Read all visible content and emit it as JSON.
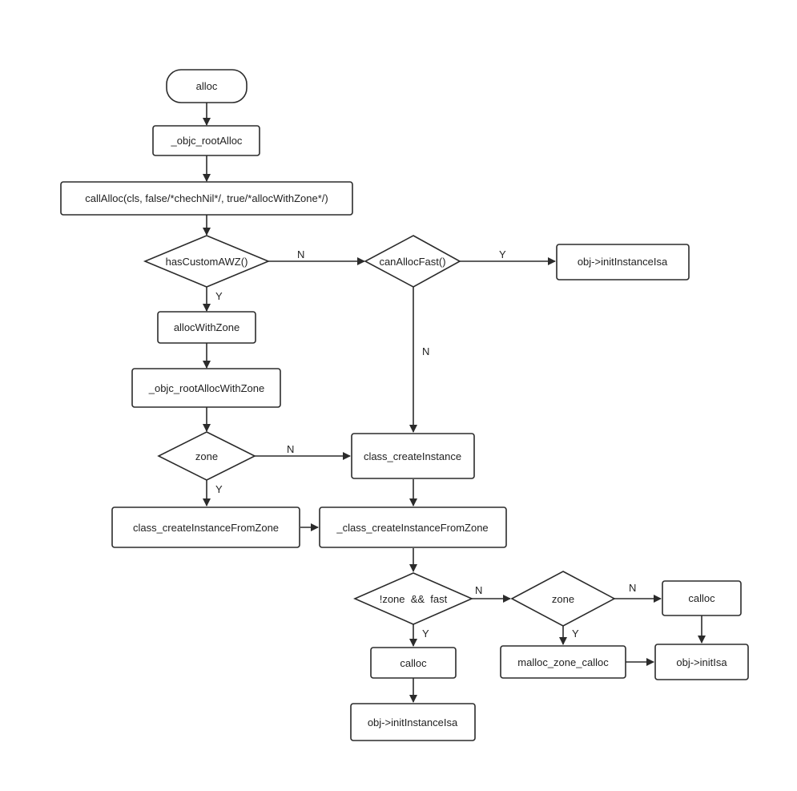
{
  "diagram": {
    "nodes": {
      "alloc": "alloc",
      "objc_rootAlloc": "_objc_rootAlloc",
      "callAlloc": "callAlloc(cls, false/*chechNil*/, true/*allocWithZone*/)",
      "hasCustomAWZ": "hasCustomAWZ()",
      "canAllocFast": "canAllocFast()",
      "initInstanceIsa_top": "obj->initInstanceIsa",
      "allocWithZone": "allocWithZone",
      "objc_rootAllocWithZone": "_objc_rootAllocWithZone",
      "zone1": "zone",
      "class_createInstance": "class_createInstance",
      "class_createInstanceFromZone": "class_createInstanceFromZone",
      "_class_createInstanceFromZone": "_class_createInstanceFromZone",
      "notZoneFast": "!zone  &&  fast",
      "zone2": "zone",
      "calloc_right": "calloc",
      "calloc_bottom": "calloc",
      "malloc_zone_calloc": "malloc_zone_calloc",
      "initIsa": "obj->initIsa",
      "initInstanceIsa_bottom": "obj->initInstanceIsa"
    },
    "edge_labels": {
      "hasCustomAWZ_no": "N",
      "hasCustomAWZ_yes": "Y",
      "canAllocFast_yes": "Y",
      "canAllocFast_no": "N",
      "zone1_no": "N",
      "zone1_yes": "Y",
      "notZoneFast_no": "N",
      "notZoneFast_yes": "Y",
      "zone2_no": "N",
      "zone2_yes": "Y"
    }
  }
}
